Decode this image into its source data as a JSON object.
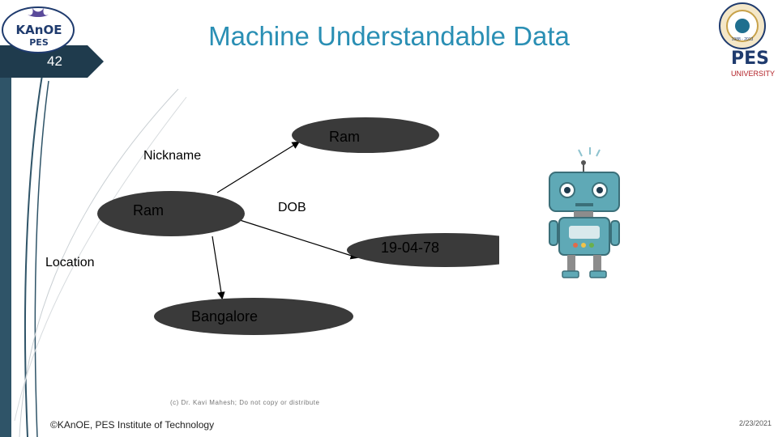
{
  "header": {
    "slide_number": "42",
    "title": "Machine Understandable Data",
    "left_logo": {
      "line1": "KAnOE",
      "line2": "PES"
    },
    "right_logo": {
      "name": "PES",
      "sub": "UNIVERSITY",
      "seal_years": "1988 - 2013"
    }
  },
  "diagram": {
    "nodes": {
      "subject": "Ram",
      "nickname_value": "Ram",
      "dob_value": "19-04-78",
      "location_value": "Bangalore"
    },
    "edges": {
      "nickname": "Nickname",
      "dob": "DOB",
      "location": "Location"
    }
  },
  "footer": {
    "copyright_note": "(c) Dr. Kavi Mahesh; Do not copy or distribute",
    "organization": "©KAnOE, PES Institute of Technology",
    "date": "2/23/2021"
  },
  "colors": {
    "title": "#2a8fb4",
    "node_fill": "#3a3a3a",
    "tab_fill": "#1f3b4d",
    "accent": "#1f6f8f"
  },
  "icons": {
    "robot": "robot-illustration"
  }
}
